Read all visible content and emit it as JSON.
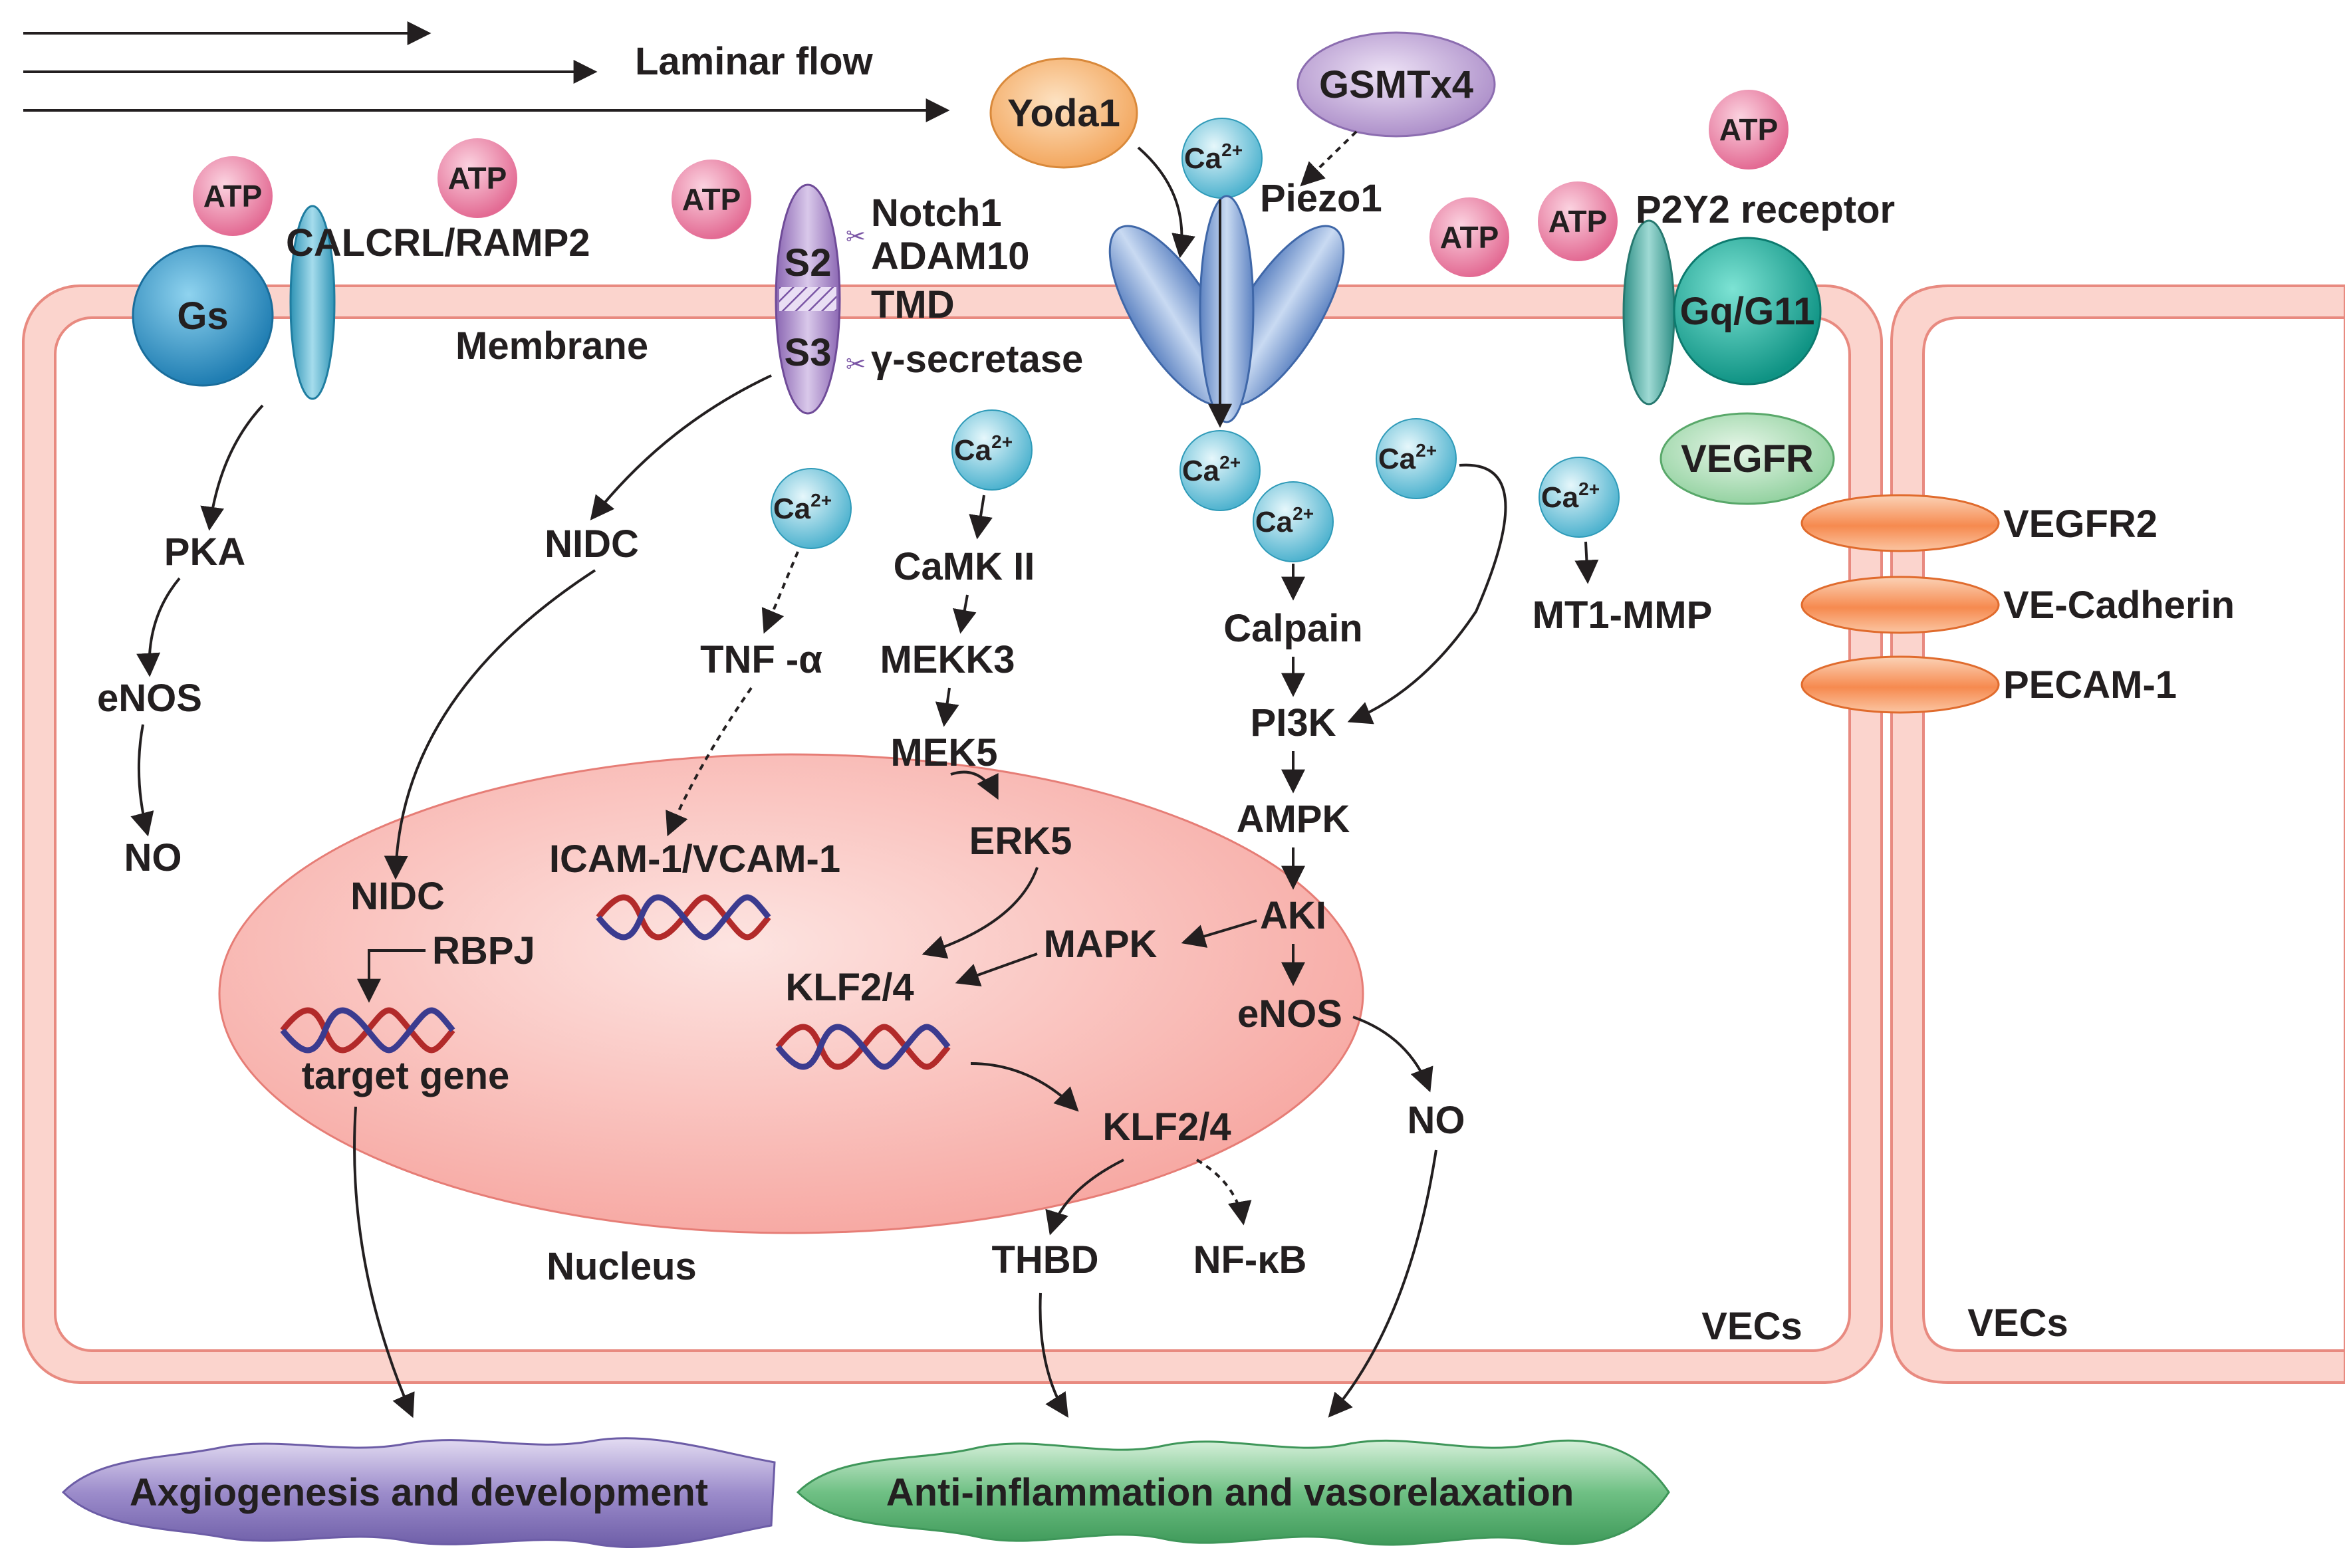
{
  "labels": {
    "laminar_flow": "Laminar flow",
    "yoda1": "Yoda1",
    "gsmtx4": "GSMTx4",
    "piezo1": "Piezo1",
    "p2y2": "P2Y2 receptor",
    "gq": "Gq/G11",
    "vegfr": "VEGFR",
    "vegfr2": "VEGFR2",
    "ve_cadherin": "VE-Cadherin",
    "pecam1": "PECAM-1",
    "calcrl": "CALCRL/RAMP2",
    "gs": "Gs",
    "membrane": "Membrane",
    "notch1": "Notch1",
    "adam10": "ADAM10",
    "tmd": "TMD",
    "gamma_secretase": "γ-secretase",
    "s2": "S2",
    "s3": "S3",
    "pka": "PKA",
    "enos": "eNOS",
    "no": "NO",
    "nidc": "NIDC",
    "rbpj": "RBPJ",
    "target_gene": "target gene",
    "tnf": "TNF -α",
    "icam": "ICAM-1/VCAM-1",
    "camk": "CaMK II",
    "mekk3": "MEKK3",
    "mek5": "MEK5",
    "erk5": "ERK5",
    "klf": "KLF2/4",
    "mapk": "MAPK",
    "calpain": "Calpain",
    "pi3k": "PI3K",
    "ampk": "AMPK",
    "aki": "AKI",
    "mt1mmp": "MT1-MMP",
    "thbd": "THBD",
    "nfkb": "NF-κB",
    "nucleus": "Nucleus",
    "vecs": "VECs",
    "outcome_left": "Axgiogenesis and development",
    "outcome_right": "Anti-inflammation and vasorelaxation",
    "atp": "ATP",
    "ca": "Ca",
    "ca_sup": "2+"
  },
  "colors": {
    "membrane_fill": "#fbd4cd",
    "membrane_stroke": "#e88a80",
    "nucleus_fill": "#f9a7a2",
    "atp_fill": "#e9739a",
    "ca_fill": "#6ec6dc",
    "gs_fill": "#2b8bbf",
    "yoda_fill": "#f6b16a",
    "gsmtx4_fill": "#b59ad0",
    "gq_fill": "#16a595",
    "vegfr_fill": "#9ed7a8",
    "junction_fill": "#f7935a",
    "outcome_left_fill": "#8c7fbf",
    "outcome_right_fill": "#5ab675",
    "dna_red": "#b22a2a",
    "dna_blue": "#3b3b8f"
  }
}
